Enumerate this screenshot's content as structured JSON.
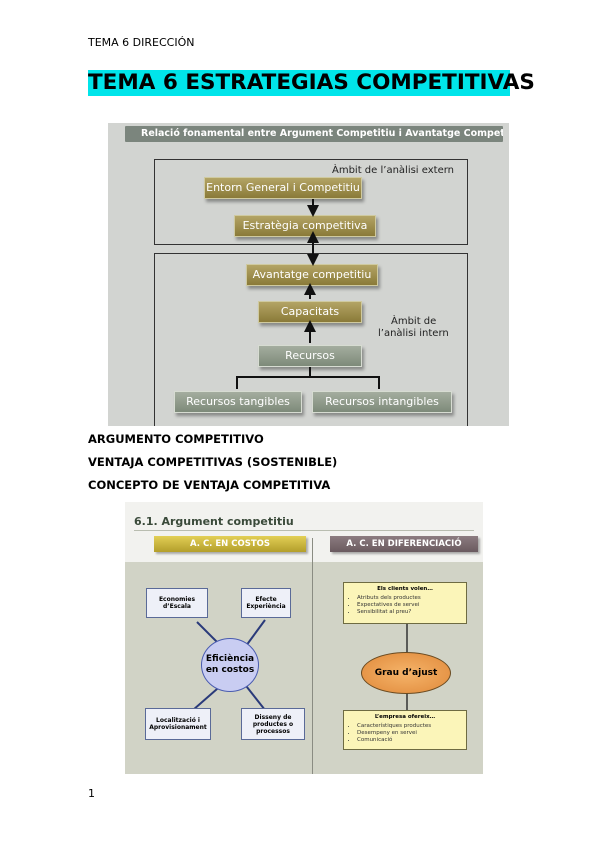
{
  "header": "TEMA 6 DIRECCIÓN",
  "title": "TEMA 6 ESTRATEGIAS COMPETITIVAS",
  "figure1": {
    "title": "Relació fonamental entre Argument Competitiu i Avantatge Competitiu",
    "zone_extern": "Àmbit de l’anàlisi extern",
    "zone_intern_1": "Àmbit de",
    "zone_intern_2": "l’anàlisi intern",
    "boxes": {
      "entorn": "Entorn General i Competitiu",
      "estrategia": "Estratègia competitiva",
      "avantatge": "Avantatge competitiu",
      "capacitats": "Capacitats",
      "recursos": "Recursos",
      "tangibles": "Recursos tangibles",
      "intangibles": "Recursos intangibles"
    }
  },
  "paragraphs": [
    "ARGUMENTO COMPETITIVO",
    "VENTAJA COMPETITIVAS (SOSTENIBLE)",
    "CONCEPTO DE VENTAJA COMPETITIVA"
  ],
  "figure2": {
    "title": "6.1. Argument competitiu",
    "tab_costos": "A. C. EN COSTOS",
    "tab_diferenciacio": "A. C. EN DIFERENCIACIÓ",
    "center": "Eficiència en costos",
    "nodes": {
      "economies": "Economies d’Escala",
      "efecte": "Efecte Experiència",
      "localitzacio": "Localització i Aprovisionament",
      "disseny": "Disseny de productes o processos"
    },
    "clients": {
      "heading": "Els clients volen…",
      "items": [
        "Atributs dels productes",
        "Expectatives de servei",
        "Sensibilitat al preu?"
      ]
    },
    "grau": "Grau d’ajust",
    "empresa": {
      "heading": "L’empresa ofereix…",
      "items": [
        "Característiques productes",
        "Desempeny en servei",
        "Comunicació"
      ]
    },
    "colors": {
      "tab_costos": "#c7b23a",
      "tab_diferenciacio": "#7a6a6f"
    }
  },
  "page_number": "1"
}
